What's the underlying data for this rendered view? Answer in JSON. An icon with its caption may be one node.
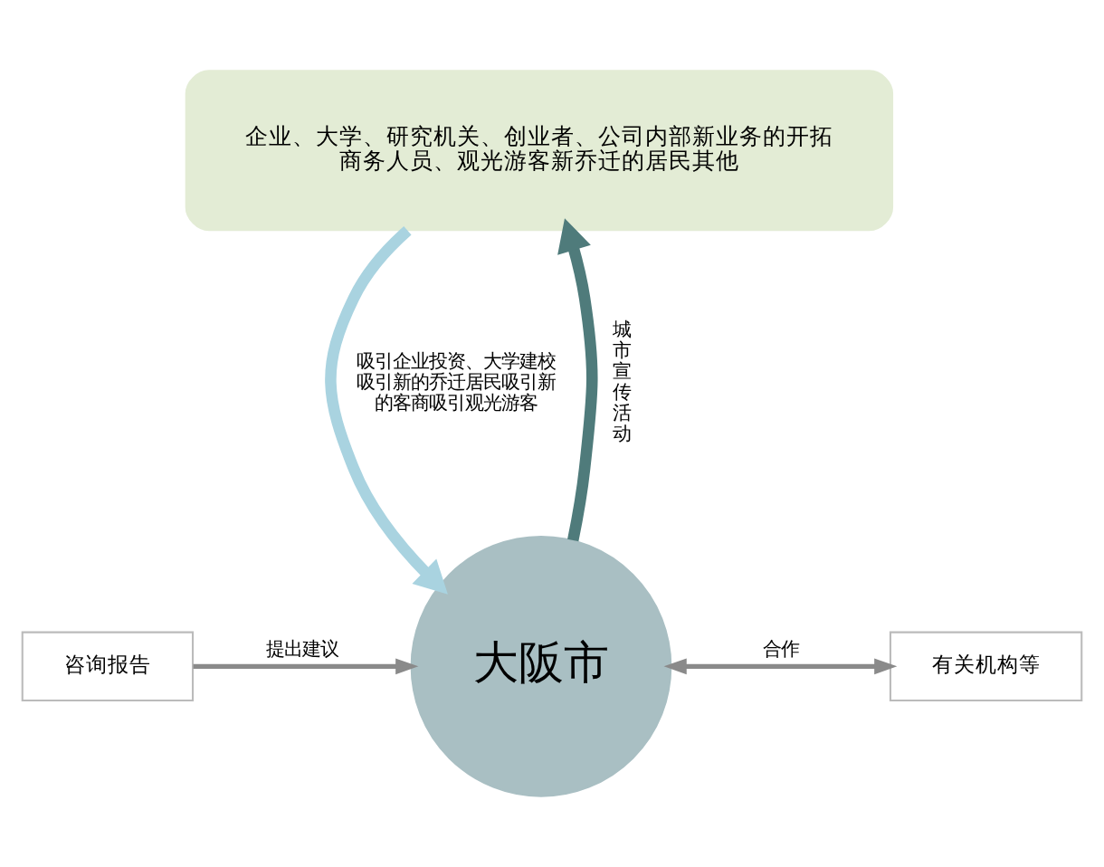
{
  "diagram": {
    "nodes": [
      {
        "text": [
          "企业、大学、研究机关、创业者、公司内部新业务的开拓",
          "商务人员、观光游客新乔迁的居民其他"
        ]
      },
      {
        "text": [
          "大阪市"
        ]
      },
      {
        "text": [
          "咨询报告"
        ]
      },
      {
        "text": [
          "有关机构等"
        ]
      }
    ],
    "edges": [
      {
        "from": 1,
        "to": 0,
        "arrow": "to",
        "label": "城市宣传活动",
        "style": "thick",
        "color": "#4f7b7b"
      },
      {
        "from": 0,
        "to": 1,
        "arrow": "to",
        "label": "吸引企业投资、大学建校吸引新的乔迁居民吸引新的客商吸引观光游客",
        "style": "thick",
        "color": "#a9d3e0"
      },
      {
        "from": 2,
        "to": 1,
        "arrow": "to",
        "label": "提出建议",
        "color": "#8a8a8a"
      },
      {
        "from": 1,
        "to": 3,
        "arrow": "both",
        "label": "合作",
        "color": "#8a8a8a"
      }
    ]
  }
}
